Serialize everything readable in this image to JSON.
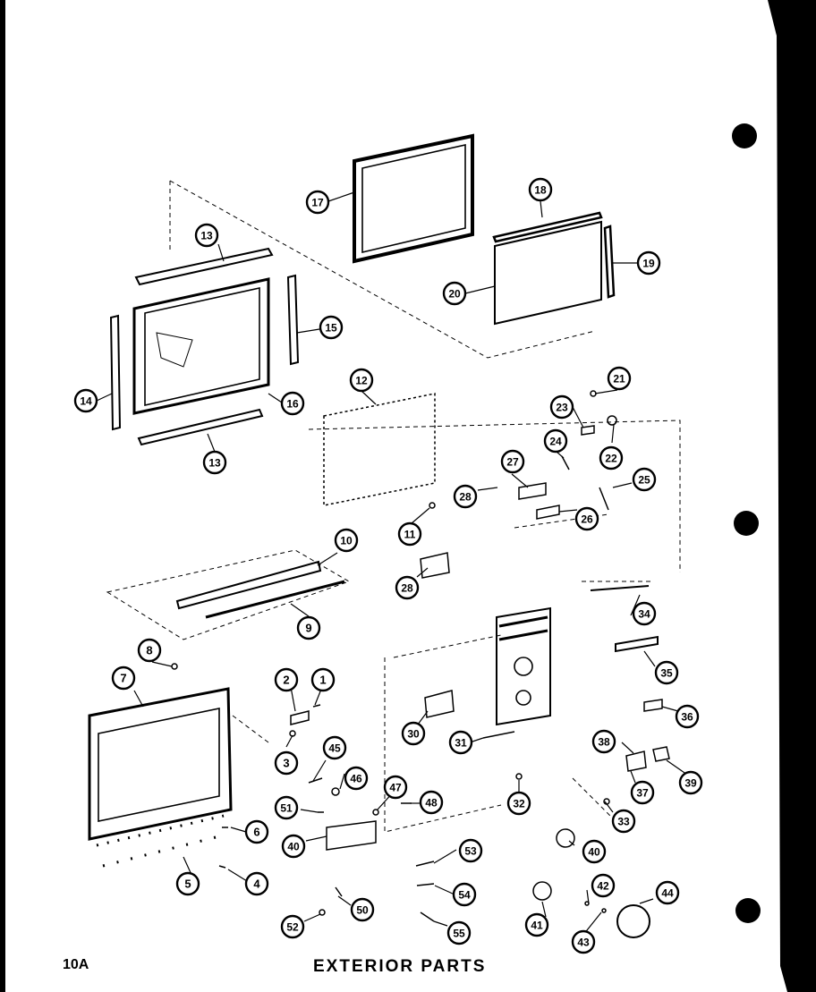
{
  "title": "EXTERIOR PARTS",
  "page_number": "10A",
  "colors": {
    "paper": "#ffffff",
    "ink": "#000000",
    "background": "#000000"
  },
  "callouts": [
    {
      "id": "1",
      "label": "1"
    },
    {
      "id": "2",
      "label": "2"
    },
    {
      "id": "3",
      "label": "3"
    },
    {
      "id": "4",
      "label": "4"
    },
    {
      "id": "5",
      "label": "5"
    },
    {
      "id": "6",
      "label": "6"
    },
    {
      "id": "7",
      "label": "7"
    },
    {
      "id": "8",
      "label": "8"
    },
    {
      "id": "9",
      "label": "9"
    },
    {
      "id": "10",
      "label": "10"
    },
    {
      "id": "11",
      "label": "11"
    },
    {
      "id": "12",
      "label": "12"
    },
    {
      "id": "13a",
      "label": "13"
    },
    {
      "id": "13b",
      "label": "13"
    },
    {
      "id": "14",
      "label": "14"
    },
    {
      "id": "15",
      "label": "15"
    },
    {
      "id": "16",
      "label": "16"
    },
    {
      "id": "17",
      "label": "17"
    },
    {
      "id": "18",
      "label": "18"
    },
    {
      "id": "19",
      "label": "19"
    },
    {
      "id": "20",
      "label": "20"
    },
    {
      "id": "21",
      "label": "21"
    },
    {
      "id": "22",
      "label": "22"
    },
    {
      "id": "23",
      "label": "23"
    },
    {
      "id": "24",
      "label": "24"
    },
    {
      "id": "25",
      "label": "25"
    },
    {
      "id": "26",
      "label": "26"
    },
    {
      "id": "27",
      "label": "27"
    },
    {
      "id": "28a",
      "label": "28"
    },
    {
      "id": "28b",
      "label": "28"
    },
    {
      "id": "30",
      "label": "30"
    },
    {
      "id": "31",
      "label": "31"
    },
    {
      "id": "32",
      "label": "32"
    },
    {
      "id": "33",
      "label": "33"
    },
    {
      "id": "34",
      "label": "34"
    },
    {
      "id": "35",
      "label": "35"
    },
    {
      "id": "36",
      "label": "36"
    },
    {
      "id": "37",
      "label": "37"
    },
    {
      "id": "38",
      "label": "38"
    },
    {
      "id": "39",
      "label": "39"
    },
    {
      "id": "40a",
      "label": "40"
    },
    {
      "id": "40b",
      "label": "40"
    },
    {
      "id": "41",
      "label": "41"
    },
    {
      "id": "42",
      "label": "42"
    },
    {
      "id": "43",
      "label": "43"
    },
    {
      "id": "44",
      "label": "44"
    },
    {
      "id": "45",
      "label": "45"
    },
    {
      "id": "46",
      "label": "46"
    },
    {
      "id": "47",
      "label": "47"
    },
    {
      "id": "48",
      "label": "48"
    },
    {
      "id": "50",
      "label": "50"
    },
    {
      "id": "51",
      "label": "51"
    },
    {
      "id": "52",
      "label": "52"
    },
    {
      "id": "53",
      "label": "53"
    },
    {
      "id": "54",
      "label": "54"
    },
    {
      "id": "55",
      "label": "55"
    }
  ]
}
